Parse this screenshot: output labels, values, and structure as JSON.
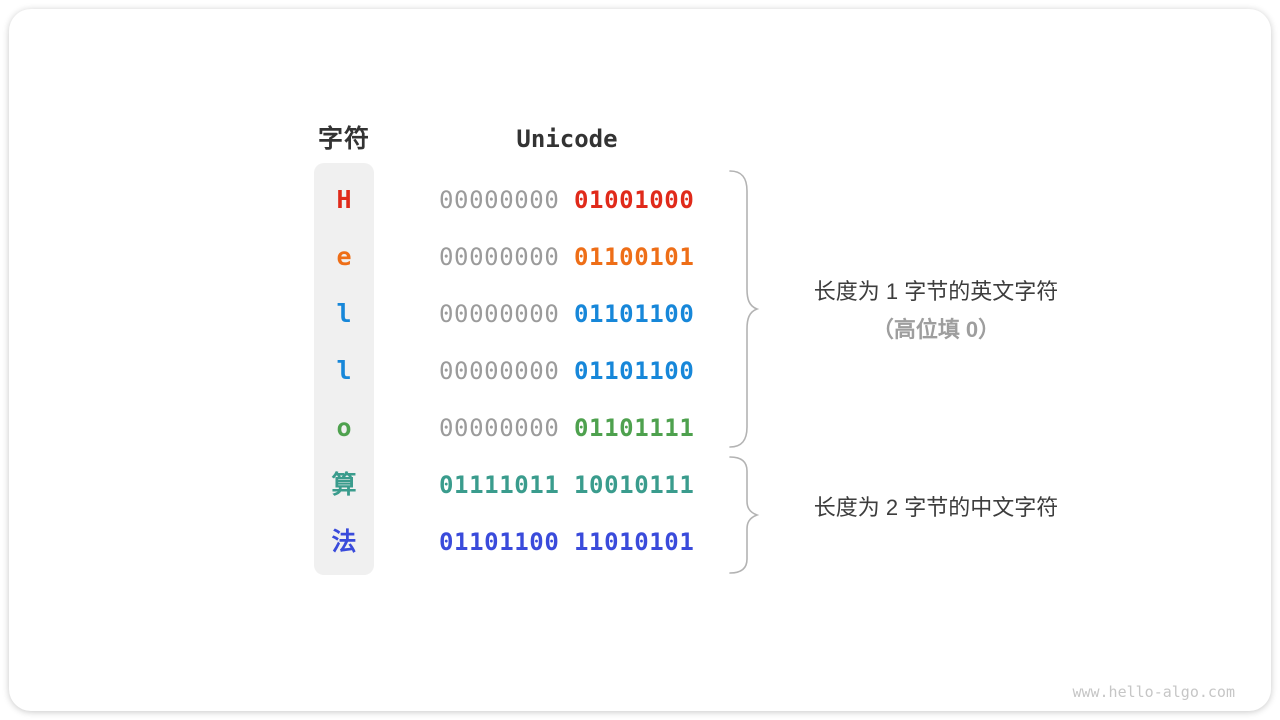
{
  "table": {
    "headers": {
      "char": "字符",
      "unicode": "Unicode"
    },
    "rows": [
      {
        "char": "H",
        "char_color": "#e02a1a",
        "byte_high": "00000000",
        "byte_high_color": "#9b9b9b",
        "byte_low": "01001000",
        "byte_low_color": "#e02a1a"
      },
      {
        "char": "e",
        "char_color": "#ee6e17",
        "byte_high": "00000000",
        "byte_high_color": "#9b9b9b",
        "byte_low": "01100101",
        "byte_low_color": "#ee6e17"
      },
      {
        "char": "l",
        "char_color": "#1787d9",
        "byte_high": "00000000",
        "byte_high_color": "#9b9b9b",
        "byte_low": "01101100",
        "byte_low_color": "#1787d9"
      },
      {
        "char": "l",
        "char_color": "#1787d9",
        "byte_high": "00000000",
        "byte_high_color": "#9b9b9b",
        "byte_low": "01101100",
        "byte_low_color": "#1787d9"
      },
      {
        "char": "o",
        "char_color": "#4ea14e",
        "byte_high": "00000000",
        "byte_high_color": "#9b9b9b",
        "byte_low": "01101111",
        "byte_low_color": "#4ea14e"
      },
      {
        "char": "算",
        "char_color": "#3a9c8d",
        "byte_high": "01111011",
        "byte_high_color": "#3a9c8d",
        "byte_low": "10010111",
        "byte_low_color": "#3a9c8d"
      },
      {
        "char": "法",
        "char_color": "#3a4bdb",
        "byte_high": "01101100",
        "byte_high_color": "#3a4bdb",
        "byte_low": "11010101",
        "byte_low_color": "#3a4bdb"
      }
    ]
  },
  "annotations": {
    "english": {
      "line1": "长度为 1 字节的英文字符",
      "line2": "（高位填 0）"
    },
    "chinese": {
      "line1": "长度为 2 字节的中文字符"
    }
  },
  "watermark": "www.hello-algo.com",
  "colors": {
    "gray_bits": "#9b9b9b",
    "header_text": "#333333",
    "annotation_text": "#3d3d3d",
    "annotation_sub_text": "#9e9e9e",
    "brace": "#b3b3b3",
    "char_column_bg": "#f0f0f0"
  }
}
